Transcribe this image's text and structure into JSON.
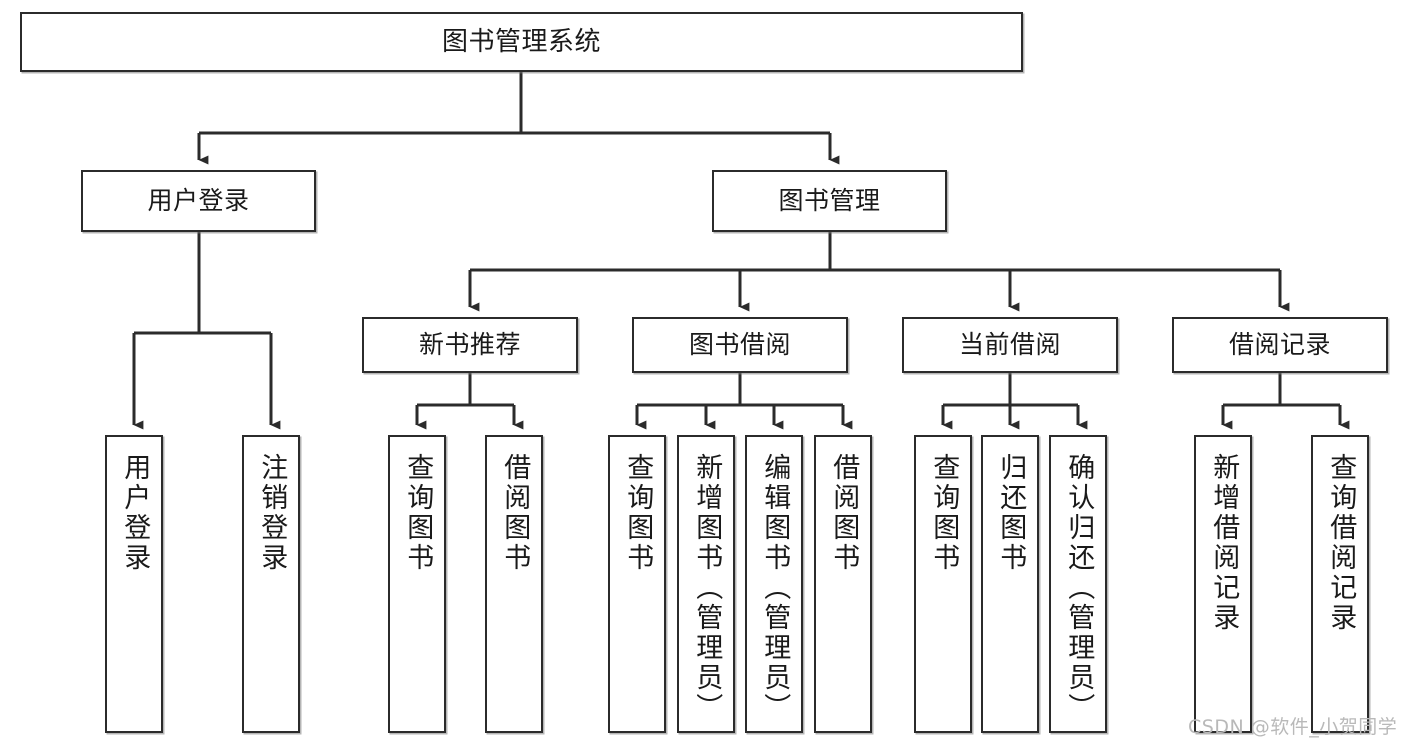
{
  "diagram": {
    "title": "图书管理系统",
    "type": "tree-hierarchy-chart",
    "stroke_color": "#2b2b2b",
    "fill_color": "#ffffff",
    "text_color": "#1a1a1a",
    "watermark": "CSDN @软件_小贺同学",
    "levels": {
      "root": {
        "label": "图书管理系统"
      },
      "level2": [
        {
          "id": "user-login",
          "label": "用户登录"
        },
        {
          "id": "book-manage",
          "label": "图书管理"
        }
      ],
      "level3": [
        {
          "id": "new-book-recommend",
          "label": "新书推荐",
          "parent": "book-manage"
        },
        {
          "id": "book-borrow",
          "label": "图书借阅",
          "parent": "book-manage"
        },
        {
          "id": "current-borrow",
          "label": "当前借阅",
          "parent": "book-manage"
        },
        {
          "id": "borrow-record",
          "label": "借阅记录",
          "parent": "book-manage"
        }
      ],
      "leaves": [
        {
          "id": "leaf-user-login",
          "label": "用户登录",
          "parent": "user-login"
        },
        {
          "id": "leaf-logout",
          "label": "注销登录",
          "parent": "user-login"
        },
        {
          "id": "leaf-query-book-1",
          "label": "查询图书",
          "parent": "new-book-recommend"
        },
        {
          "id": "leaf-borrow-book-1",
          "label": "借阅图书",
          "parent": "new-book-recommend"
        },
        {
          "id": "leaf-query-book-2",
          "label": "查询图书",
          "parent": "book-borrow"
        },
        {
          "id": "leaf-add-book",
          "label": "新增图书（管理员）",
          "parent": "book-borrow"
        },
        {
          "id": "leaf-edit-book",
          "label": "编辑图书（管理员）",
          "parent": "book-borrow"
        },
        {
          "id": "leaf-borrow-book-2",
          "label": "借阅图书",
          "parent": "book-borrow"
        },
        {
          "id": "leaf-query-book-3",
          "label": "查询图书",
          "parent": "current-borrow"
        },
        {
          "id": "leaf-return-book",
          "label": "归还图书",
          "parent": "current-borrow"
        },
        {
          "id": "leaf-confirm-return",
          "label": "确认归还（管理员）",
          "parent": "current-borrow"
        },
        {
          "id": "leaf-add-record",
          "label": "新增借阅记录",
          "parent": "borrow-record"
        },
        {
          "id": "leaf-query-record",
          "label": "查询借阅记录",
          "parent": "borrow-record"
        }
      ]
    }
  }
}
